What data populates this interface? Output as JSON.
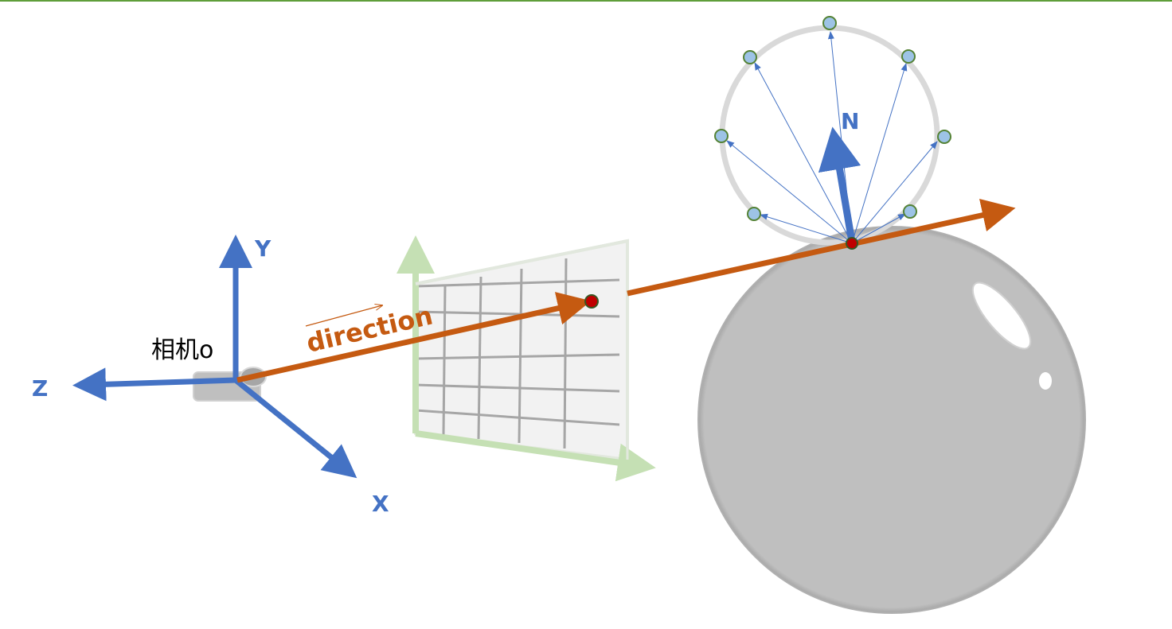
{
  "labels": {
    "axis_y": "Y",
    "axis_z": "Z",
    "axis_x": "X",
    "camera": "相机o",
    "direction": "direction",
    "normal": "N"
  },
  "colors": {
    "axis": "#4472c4",
    "ray": "#c55a11",
    "screen_frame": "#c5e0b4",
    "sphere": "#bfbfbf",
    "hemisphere": "#d9d9d9",
    "hit_point": "#c00000",
    "sample_point": "#9dc3e6"
  }
}
